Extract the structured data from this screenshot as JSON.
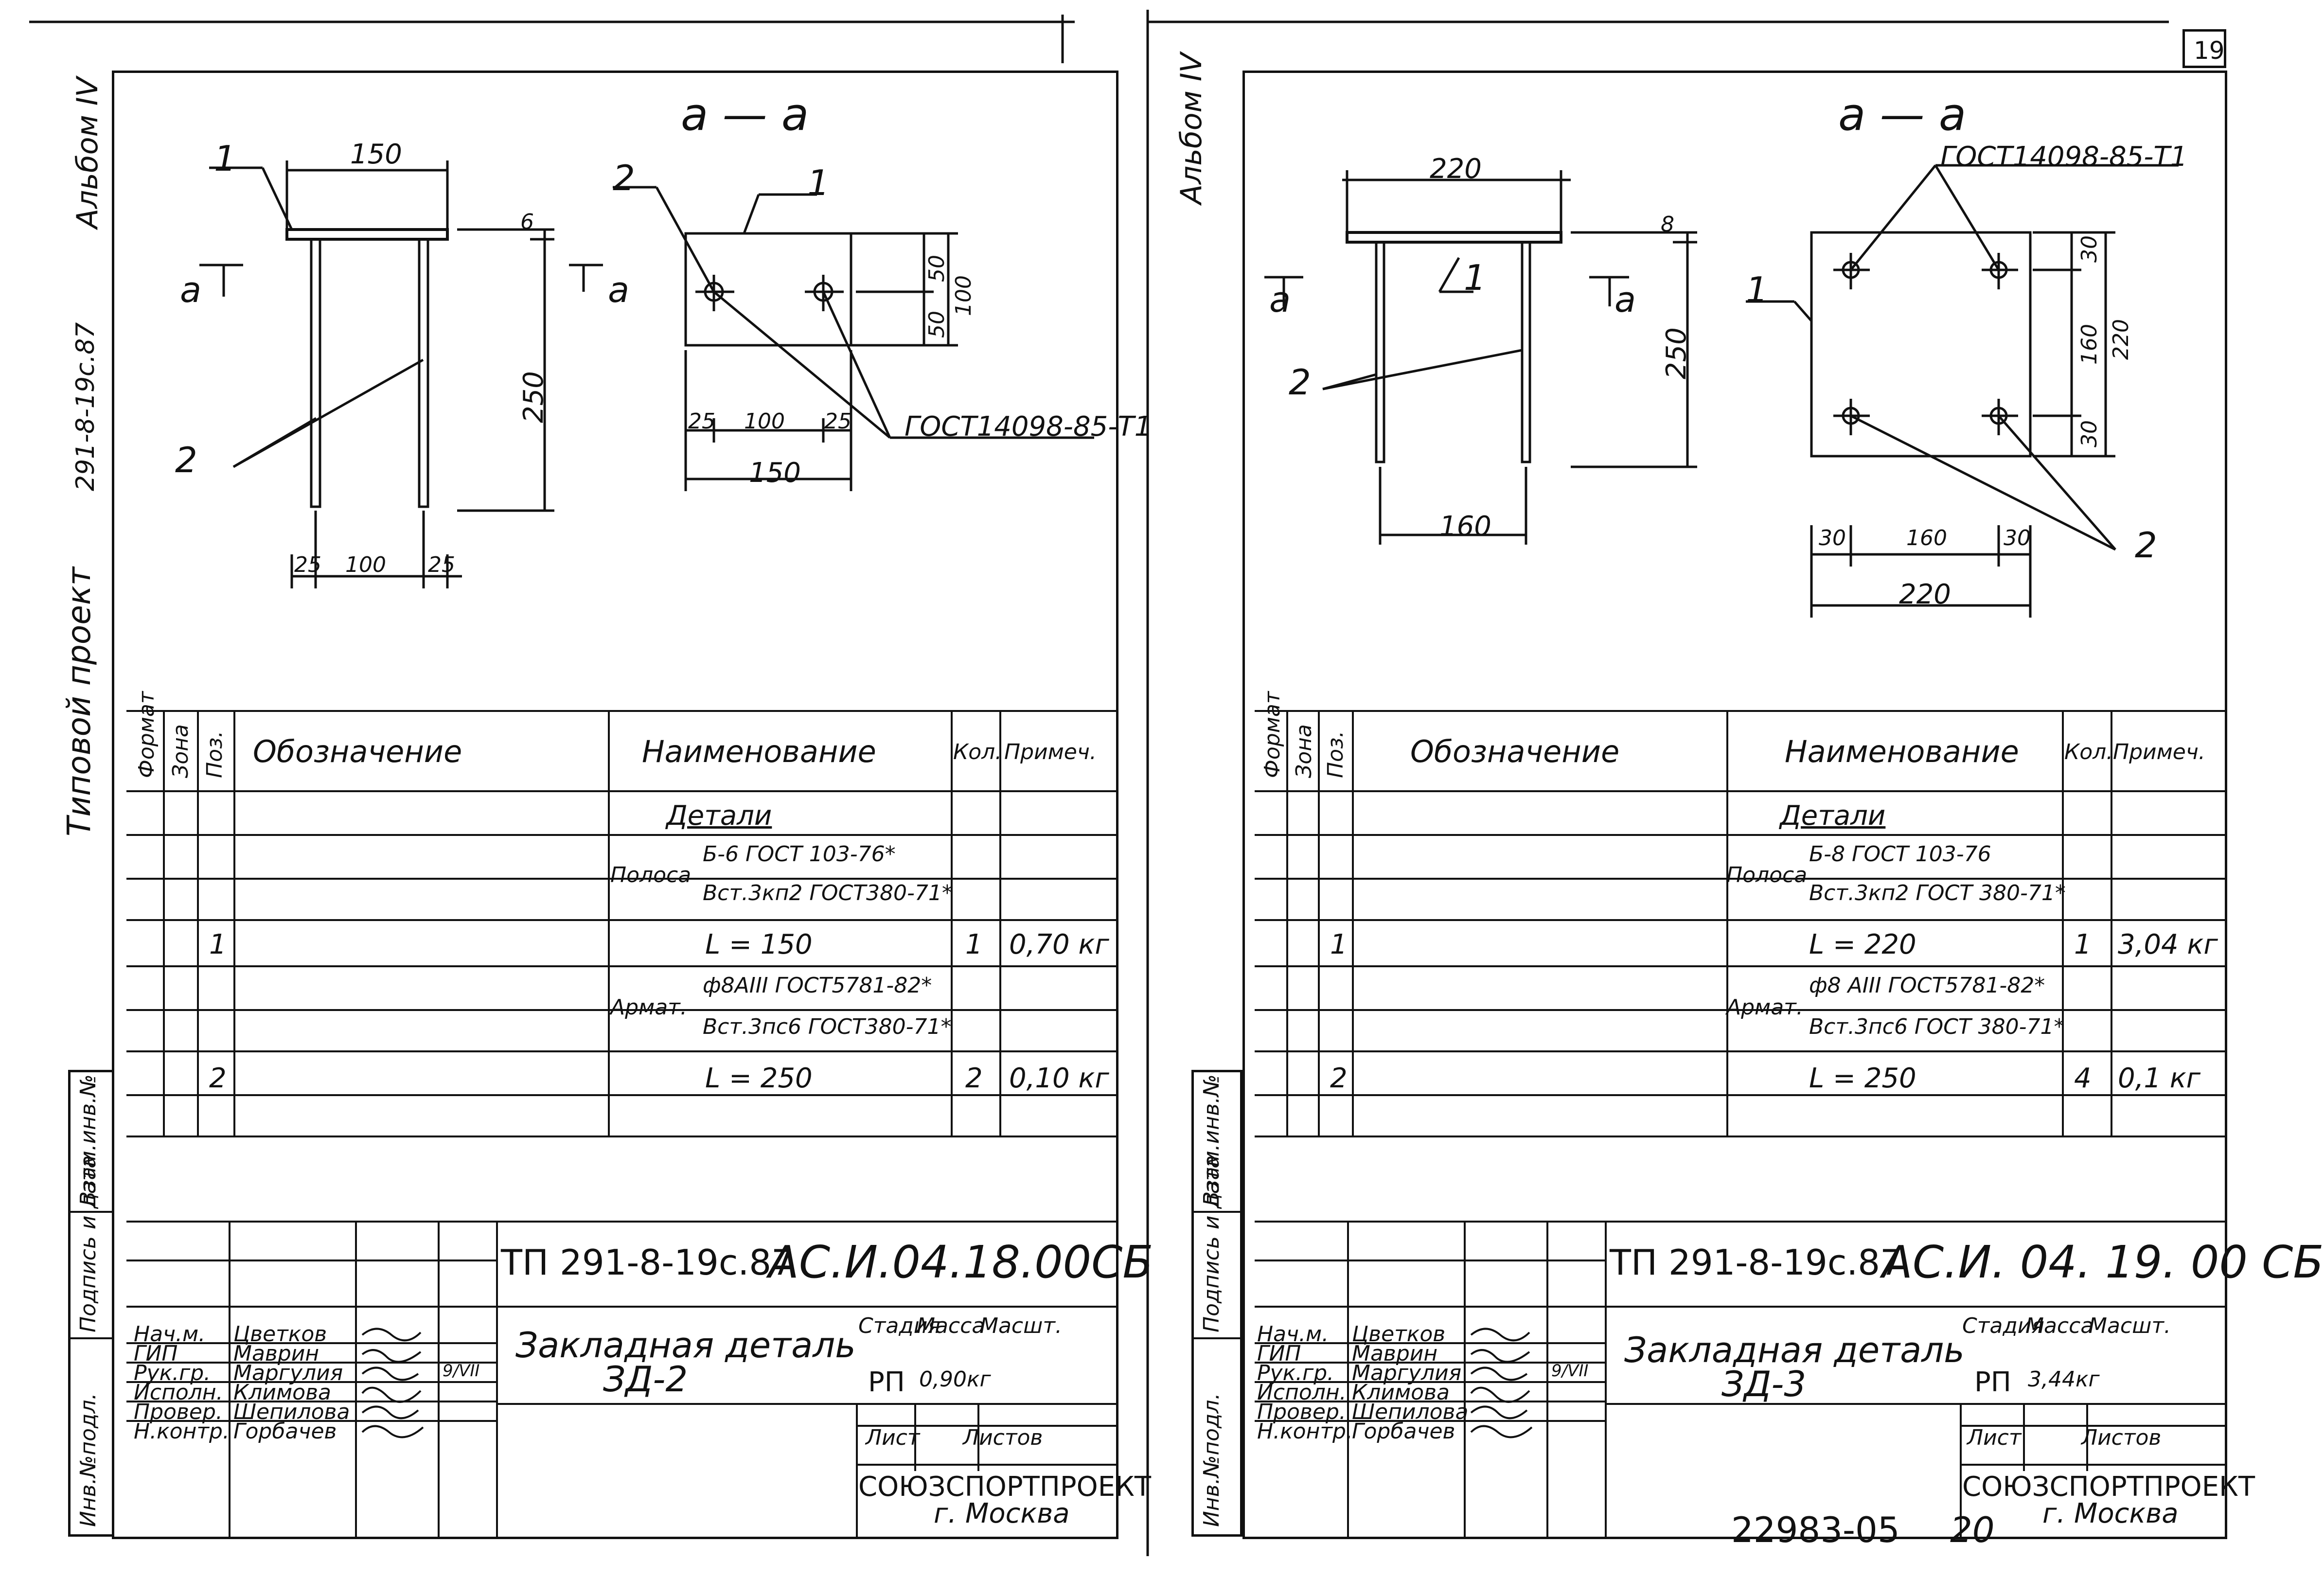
{
  "page_number": "19",
  "left_sheet": {
    "margin": {
      "album": "Альбом IV",
      "project_code": "291-8-19с.87",
      "project_type": "Типовой проект",
      "inv_stamp": [
        "Инв.№подл.",
        "Подпись и дата",
        "Взам.инв.№"
      ]
    },
    "section_label": "а — а",
    "cut_mark_left": "а",
    "cut_mark_right": "а",
    "dims": {
      "top_width": "150",
      "plate_thk": "6",
      "height": "250",
      "bottom_25a": "25",
      "bottom_100": "100",
      "bottom_25b": "25",
      "sec_50a": "50",
      "sec_50b": "50",
      "sec_100": "100",
      "sec_25a": "25",
      "sec_100h": "100",
      "sec_25b": "25",
      "sec_150": "150"
    },
    "callouts": {
      "c1": "1",
      "c2": "2",
      "s1": "1",
      "s2": "2"
    },
    "gost_note": "ГОСТ14098-85-Т1",
    "table": {
      "headers": [
        "Формат",
        "Зона",
        "Поз.",
        "Обозначение",
        "Наименование",
        "Кол.",
        "Примеч."
      ],
      "section_title": "Детали",
      "rows": [
        {
          "name_prefix": "Полоса",
          "name_top": "Б-6 ГОСТ 103-76*",
          "name_bottom": "Вст.3кп2 ГОСТ380-71*"
        },
        {
          "pos": "1",
          "name": "L = 150",
          "qty": "1",
          "note": "0,70 кг"
        },
        {
          "name_prefix": "Армат.",
          "name_top": "ф8АIII ГОСТ5781-82*",
          "name_bottom": "Вст.3пс6 ГОСТ380-71*"
        },
        {
          "pos": "2",
          "name": "L = 250",
          "qty": "2",
          "note": "0,10 кг"
        }
      ]
    },
    "stamp": {
      "code_prefix": "ТП 291-8-19с.87",
      "code": "АС.И.04.18.00СБ",
      "title_line1": "Закладная деталь",
      "title_line2": "ЗД-2",
      "stage_h": "Стадия",
      "mass_h": "Масса",
      "scale_h": "Масшт.",
      "stage": "РП",
      "mass": "0,90кг",
      "sheet_h": "Лист",
      "sheets_h": "Листов",
      "org": "СОЮЗСПОРТПРОЕКТ",
      "city": "г. Москва",
      "people": [
        {
          "role": "Нач.м.",
          "name": "Цветков"
        },
        {
          "role": "ГИП",
          "name": "Маврин"
        },
        {
          "role": "Рук.гр.",
          "name": "Маргулия",
          "date": "9/VII"
        },
        {
          "role": "Исполн.",
          "name": "Климова"
        },
        {
          "role": "Провер.",
          "name": "Шепилова"
        },
        {
          "role": "Н.контр.",
          "name": "Горбачев"
        }
      ]
    }
  },
  "right_sheet": {
    "margin": {
      "album": "Альбом IV",
      "inv_stamp": [
        "Инв.№подл.",
        "Подпись и дата",
        "Взам.инв.№"
      ]
    },
    "section_label": "а — а",
    "cut_mark_left": "а",
    "cut_mark_right": "а",
    "dims": {
      "top_width": "220",
      "plate_thk": "8",
      "height": "250",
      "bottom": "160",
      "sec_30a": "30",
      "sec_160v": "160",
      "sec_30b": "30",
      "sec_220v": "220",
      "sec_30c": "30",
      "sec_160h": "160",
      "sec_30d": "30",
      "sec_220h": "220"
    },
    "callouts": {
      "c1": "1",
      "c2": "2",
      "s1": "1",
      "s2": "2"
    },
    "gost_note": "ГОСТ14098-85-Т1",
    "table": {
      "headers": [
        "Формат",
        "Зона",
        "Поз.",
        "Обозначение",
        "Наименование",
        "Кол.",
        "Примеч."
      ],
      "section_title": "Детали",
      "rows": [
        {
          "name_prefix": "Полоса",
          "name_top": "Б-8 ГОСТ 103-76",
          "name_bottom": "Вст.3кп2 ГОСТ 380-71*"
        },
        {
          "pos": "1",
          "name": "L = 220",
          "qty": "1",
          "note": "3,04 кг"
        },
        {
          "name_prefix": "Армат.",
          "name_top": "ф8 АIII ГОСТ5781-82*",
          "name_bottom": "Вст.3пс6 ГОСТ 380-71*"
        },
        {
          "pos": "2",
          "name": "L = 250",
          "qty": "4",
          "note": "0,1 кг"
        }
      ]
    },
    "stamp": {
      "code_prefix": "ТП 291-8-19с.87",
      "code": "АС.И. 04. 19. 00 СБ",
      "title_line1": "Закладная деталь",
      "title_line2": "ЗД-3",
      "stage_h": "Стадия",
      "mass_h": "Масса",
      "scale_h": "Масшт.",
      "stage": "РП",
      "mass": "3,44кг",
      "sheet_h": "Лист",
      "sheets_h": "Листов",
      "org": "СОЮЗСПОРТПРОЕКТ",
      "city": "г. Москва",
      "people": [
        {
          "role": "Нач.м.",
          "name": "Цветков"
        },
        {
          "role": "ГИП",
          "name": "Маврин"
        },
        {
          "role": "Рук.гр.",
          "name": "Маргулия",
          "date": "9/VII"
        },
        {
          "role": "Исполн.",
          "name": "Климова"
        },
        {
          "role": "Провер.",
          "name": "Шепилова"
        },
        {
          "role": "Н.контр.",
          "name": "Горбачев"
        }
      ]
    }
  },
  "footer": {
    "archive_no": "22983-05",
    "page": "20"
  }
}
